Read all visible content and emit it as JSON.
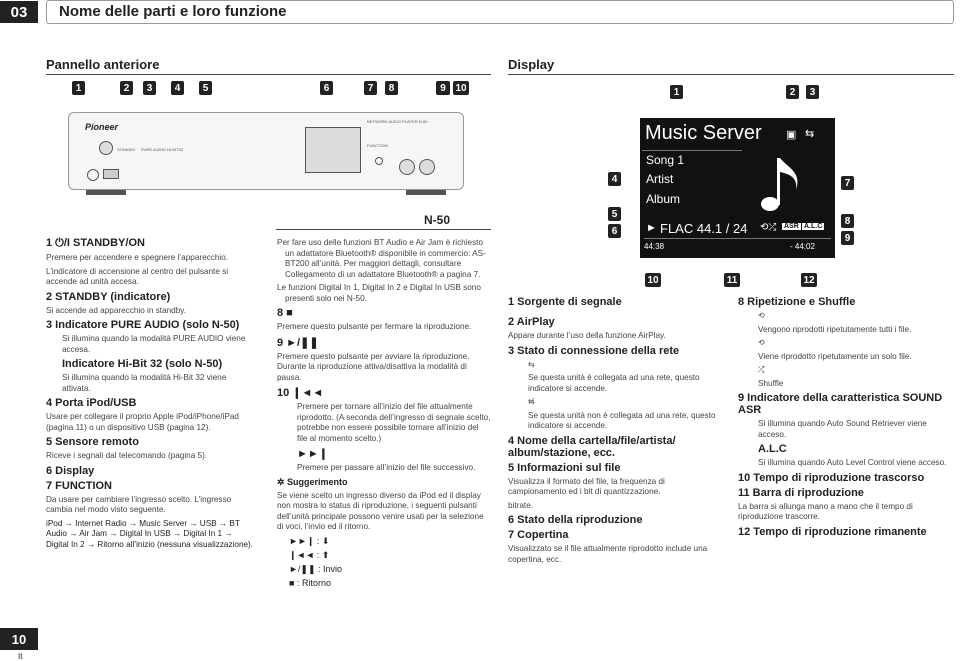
{
  "header": {
    "chapter": "03",
    "title": "Nome delle parti e loro funzione"
  },
  "front": {
    "title": "Pannello anteriore",
    "callouts": [
      "1",
      "2",
      "3",
      "4",
      "5",
      "6",
      "7",
      "8",
      "9",
      "10"
    ],
    "panel": {
      "brand": "Pioneer",
      "model": "N-50",
      "standby_label": "STANDBY",
      "pure_audio": "PURE AUDIO",
      "hibit": "HI-BIT32",
      "function_label": "FUNCTION",
      "network_label": "NETWORK AUDIO PLAYER N-50"
    }
  },
  "display": {
    "title": "Display",
    "top_callouts": [
      "1",
      "2",
      "3"
    ],
    "side_callouts": [
      "4",
      "5",
      "6",
      "7",
      "8",
      "9"
    ],
    "bottom_callouts": [
      "10",
      "11",
      "12"
    ],
    "source": "Music Server",
    "song": "Song 1",
    "artist": "Artist",
    "album": "Album",
    "format": "FLAC 44.1 / 24",
    "elapsed": "44:38",
    "remaining": "- 44:02",
    "asr": "ASR",
    "alc": "A.L.C"
  },
  "left": {
    "i1_title": "1  ⏻/I STANDBY/ON",
    "i1_body": "Premere per accendere e spegnere l’apparecchio.",
    "i1_body2": "L’indicatore di accensione al centro del pulsante si accende ad unità accesa.",
    "i2_title": "2  STANDBY (indicatore)",
    "i2_body": "Si accende ad apparecchio in standby.",
    "i3_title": "3  Indicatore PURE AUDIO  (solo N-50)",
    "i3_body": "Si illumina quando la modalità PURE AUDIO viene accesa.",
    "i3b_title": "Indicatore Hi-Bit 32 (solo N-50)",
    "i3b_body": "Si illumina quando la modalità Hi-Bit 32 viene attivata.",
    "i4_title": "4  Porta iPod/USB",
    "i4_body": "Usare per collegare il proprio Apple iPod/iPhone/iPad (pagina 11) o un dispositivo USB (pagina 12).",
    "i5_title": "5  Sensore remoto",
    "i5_body": "Riceve i segnali dal telecomando (pagina 5).",
    "i6_title": "6  Display",
    "i7_title": "7  FUNCTION",
    "i7_body": "Da usare per cambiare l’ingresso scelto. L’ingresso cambia nel modo visto seguente.",
    "i7_seq": "iPod → Internet Radio → Music Server → USB → BT Audio → Air Jam → Digital In USB → Digital In 1 → Digital In 2 → Ritorno all’inizio (nessuna visualizzazione)."
  },
  "middle": {
    "model_tag": "N-50",
    "b1": "Per fare uso delle funzioni BT Audio e Air Jam è richiesto un adattatore Bluetooth® disponibile in commercio: AS-BT200 all’unità. Per maggiori dettagli, consultare Collegamento di un adattatore Bluetooth® a pagina 7.",
    "b2": "Le funzioni Digital In 1, Digital In 2 e Digital In USB sono presenti solo nei N-50.",
    "i8_title": "8  ■",
    "i8_body": "Premere questo pulsante per fermare la riproduzione.",
    "i9_title": "9  ►/❚❚",
    "i9_body": "Premere questo pulsante per avviare la riproduzione. Durante la riproduzione attiva/disattiva la modalità di pausa.",
    "i10_title": "10  ❙◄◄",
    "i10_body": "Premere per tornare all’inizio del file attualmente riprodotto. (A seconda dell’ingresso di segnale scelto, potrebbe non essere possibile tornare all’inizio del file al momento scelto.)",
    "i10b_title": "►►❙",
    "i10b_body": "Premere per passare all’inizio del file successivo.",
    "tip_title": "Suggerimento",
    "tip_body": "Se viene scelto un ingresso diverso da iPod ed il display non mostra lo status di riproduzione, i seguenti pulsanti dell’unità principale possono venire usati per la selezione di voci, l’invio ed il ritorno.",
    "sym1": "►►❙ : ⬇",
    "sym2": "❙◄◄ : ⬆",
    "sym3": "►/❚❚ : Invio",
    "sym4": "■ : Ritorno"
  },
  "disp_items": {
    "d1_title": "1  Sorgente di segnale",
    "d2_title": "2  AirPlay",
    "d2_body": "Appare durante l’uso della funzione AirPlay.",
    "d3_title": "3  Stato di connessione della rete",
    "d3_body1": "Se questa unità è collegata ad una rete, questo indicatore si accende.",
    "d3_body2": "Se questa unità non è collegata ad una rete, questo indicatore si accende.",
    "d4_title": "4  Nome della cartella/file/artista/ album/stazione, ecc.",
    "d5_title": "5  Informazioni sul file",
    "d5_body": "Visualizza il formato del file, la frequenza di campionamento ed i bit di quantizzazione.",
    "d5_body2": "bitrate.",
    "d6_title": "6  Stato della riproduzione",
    "d7_title": "7  Copertina",
    "d7_body": "Visualizzato se il file attualmente riprodotto include una copertina, ecc.",
    "d8_title": "8  Ripetizione e Shuffle",
    "d8_body1": "Vengono riprodotti ripetutamente tutti i file.",
    "d8_body2": "Viene riprodotto ripetutamente un solo file.",
    "d8_body3": "Shuffle",
    "d9_title": "9  Indicatore della caratteristica SOUND ASR",
    "d9_body1": "Si illumina quando Auto Sound Retriever viene acceso.",
    "d9_sub": "A.L.C",
    "d9_body2": "Si illumina quando Auto Level Control viene acceso.",
    "d10_title": "10  Tempo di riproduzione trascorso",
    "d11_title": "11  Barra di riproduzione",
    "d11_body": "La barra si allunga mano a mano che il tempo di riproduzione trascorre.",
    "d12_title": "12  Tempo di riproduzione rimanente"
  },
  "footer": {
    "page": "10",
    "lang": "It"
  }
}
